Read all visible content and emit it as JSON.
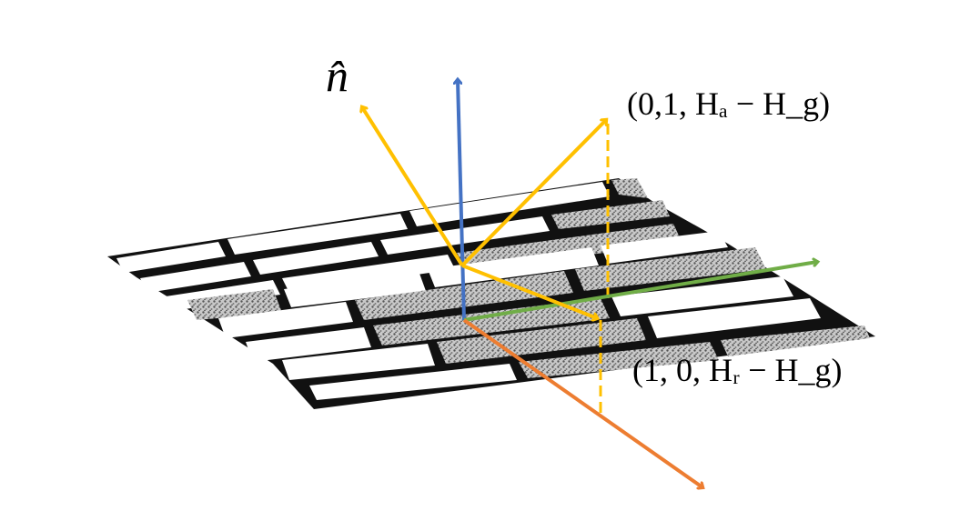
{
  "labels": {
    "normal": "n̂",
    "vector_a": "(0,1, Hₐ − H_g)",
    "vector_r": "(1, 0, Hᵣ − H_g)"
  },
  "colors": {
    "blue_axis": "#4472C4",
    "green_axis": "#70AD47",
    "orange_axis": "#ED7D31",
    "yellow_vectors": "#FFC000",
    "mortar": "#111111",
    "brick": "#ffffff",
    "mossy_brick": "#9a9a9a"
  }
}
